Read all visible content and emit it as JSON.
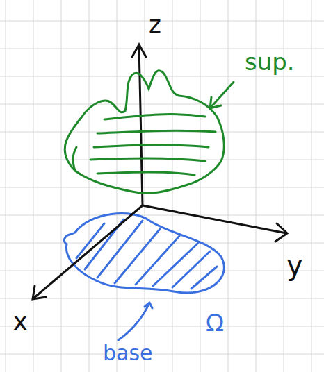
{
  "diagram": {
    "labels": [
      "z",
      "sup.",
      "y",
      "x",
      "base",
      "Ω"
    ]
  }
}
